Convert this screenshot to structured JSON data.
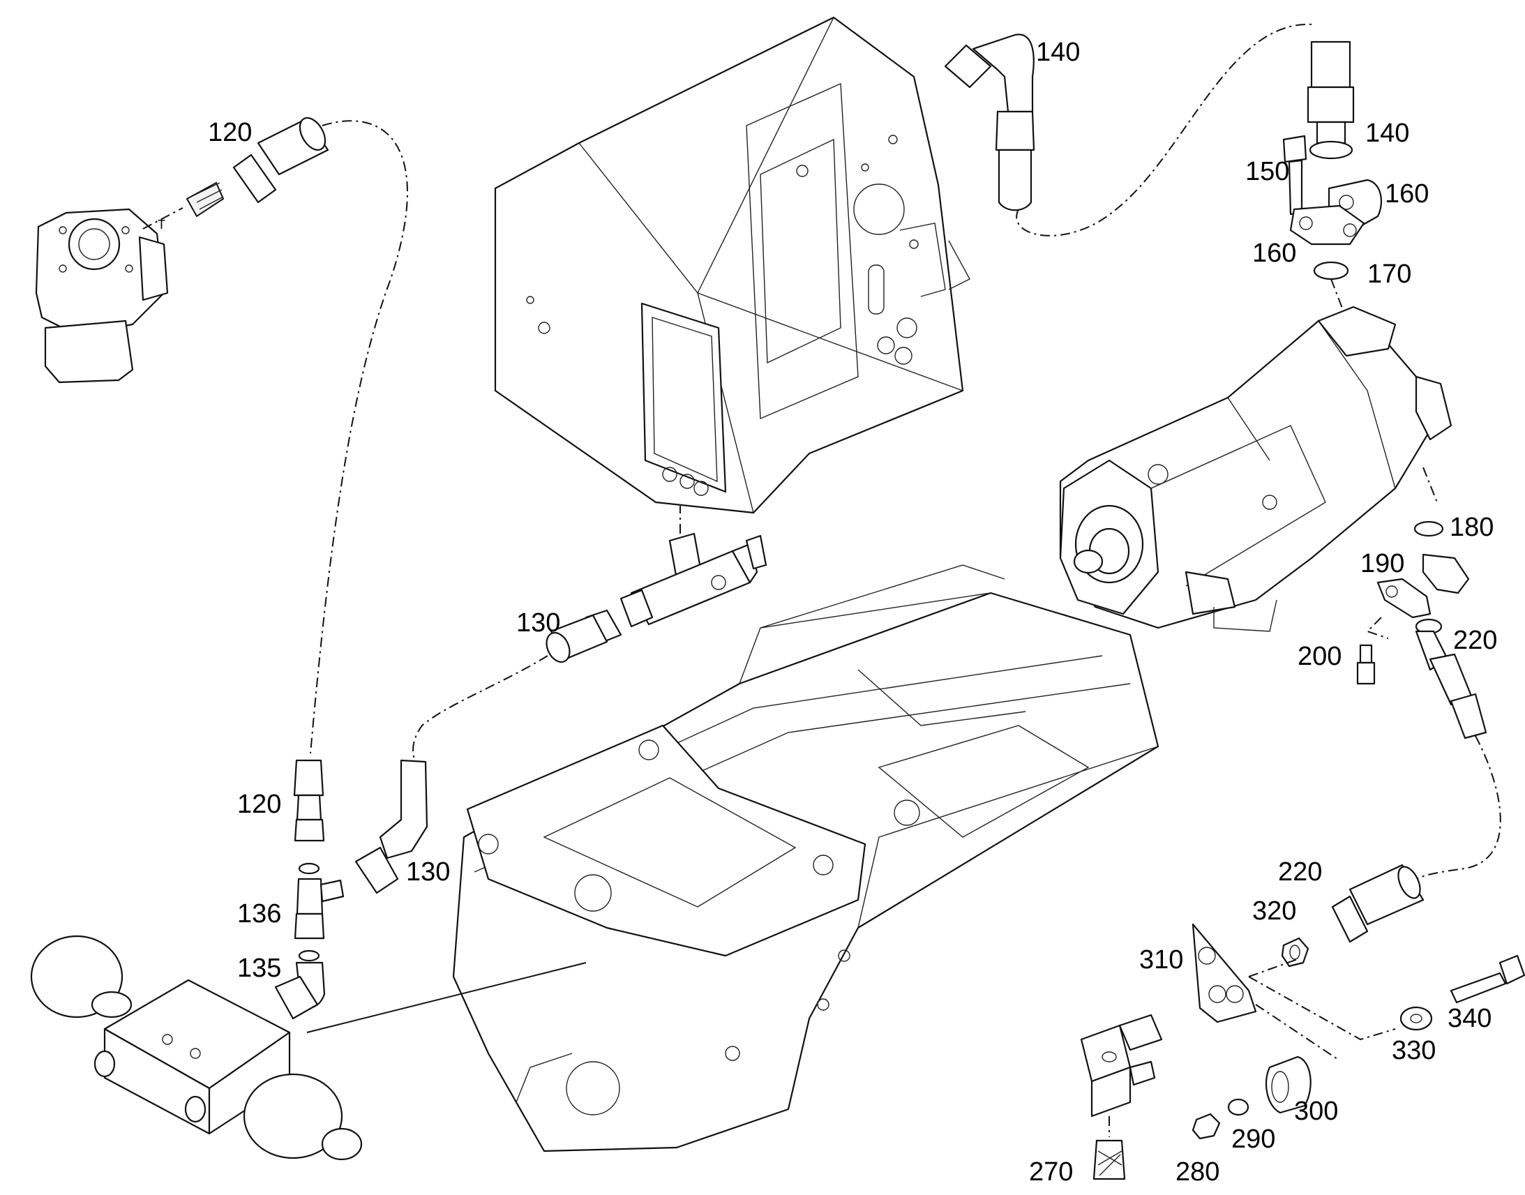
{
  "port_marker": "T",
  "callouts": [
    {
      "id": "c140a",
      "text": "140"
    },
    {
      "id": "c120a",
      "text": "120"
    },
    {
      "id": "c140b",
      "text": "140"
    },
    {
      "id": "c150",
      "text": "150"
    },
    {
      "id": "c160a",
      "text": "160"
    },
    {
      "id": "c160b",
      "text": "160"
    },
    {
      "id": "c170",
      "text": "170"
    },
    {
      "id": "c180",
      "text": "180"
    },
    {
      "id": "c190",
      "text": "190"
    },
    {
      "id": "c220a",
      "text": "220"
    },
    {
      "id": "c200",
      "text": "200"
    },
    {
      "id": "c130a",
      "text": "130"
    },
    {
      "id": "c120b",
      "text": "120"
    },
    {
      "id": "c130b",
      "text": "130"
    },
    {
      "id": "c136",
      "text": "136"
    },
    {
      "id": "c135",
      "text": "135"
    },
    {
      "id": "c220b",
      "text": "220"
    },
    {
      "id": "c320",
      "text": "320"
    },
    {
      "id": "c310",
      "text": "310"
    },
    {
      "id": "c340",
      "text": "340"
    },
    {
      "id": "c330",
      "text": "330"
    },
    {
      "id": "c300",
      "text": "300"
    },
    {
      "id": "c290",
      "text": "290"
    },
    {
      "id": "c280",
      "text": "280"
    },
    {
      "id": "c270",
      "text": "270"
    }
  ]
}
